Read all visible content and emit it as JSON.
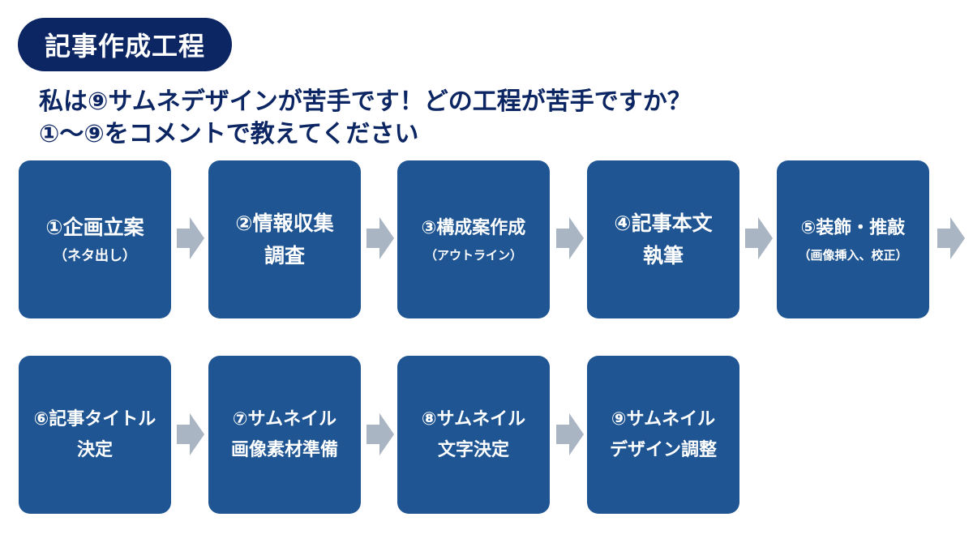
{
  "title": "記事作成工程",
  "question": {
    "line1": "私は⑨サムネデザインが苦手です！どの工程が苦手ですか？",
    "line2": "①〜⑨をコメントで教えてください"
  },
  "steps": [
    {
      "line1": "①企画立案",
      "line2": "（ネタ出し）"
    },
    {
      "line1": "②情報収集",
      "line2": "調査"
    },
    {
      "line1": "③構成案作成",
      "line2": "（アウトライン）"
    },
    {
      "line1": "④記事本文",
      "line2": "執筆"
    },
    {
      "line1": "⑤装飾・推敲",
      "line2": "（画像挿入、校正）"
    },
    {
      "line1": "⑥記事タイトル",
      "line2": "決定"
    },
    {
      "line1": "⑦サムネイル",
      "line2": "画像素材準備"
    },
    {
      "line1": "⑧サムネイル",
      "line2": "文字決定"
    },
    {
      "line1": "⑨サムネイル",
      "line2": "デザイン調整"
    }
  ],
  "colors": {
    "title_bg": "#0c2563",
    "box_fill": "#1e5592",
    "arrow": "#aab5c4",
    "question_text": "#0c2563"
  }
}
